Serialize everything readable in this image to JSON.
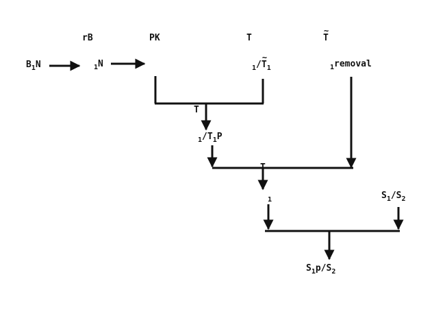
{
  "colors": {
    "ink": "#111111",
    "background": "#ffffff"
  },
  "labels": {
    "top_rB": "rB",
    "top_PK": "PK",
    "top_T": "T",
    "top_Ttilde": "T",
    "b": "B",
    "b_sub": "1",
    "b_tail": "N",
    "n_sub": "1",
    "n_tail": "N",
    "t1_sub": "1",
    "t1_slash": "/",
    "t1_T": "T",
    "t1_sub2": "1",
    "removal_sub": "1",
    "removal": "removal",
    "j1_T": "T",
    "t1p_sub": "1",
    "t1p_text": "/T",
    "t1p_sub2": "1",
    "t1p_tail": "P",
    "j2_T": "T",
    "one_sub": "1",
    "s_right": "S",
    "s_right_sub1": "1",
    "s_right_mid": "/S",
    "s_right_sub2": "2",
    "s_bottom": "S",
    "s_bottom_sub1": "1",
    "s_bottom_mid": "p/S",
    "s_bottom_sub2": "2"
  }
}
